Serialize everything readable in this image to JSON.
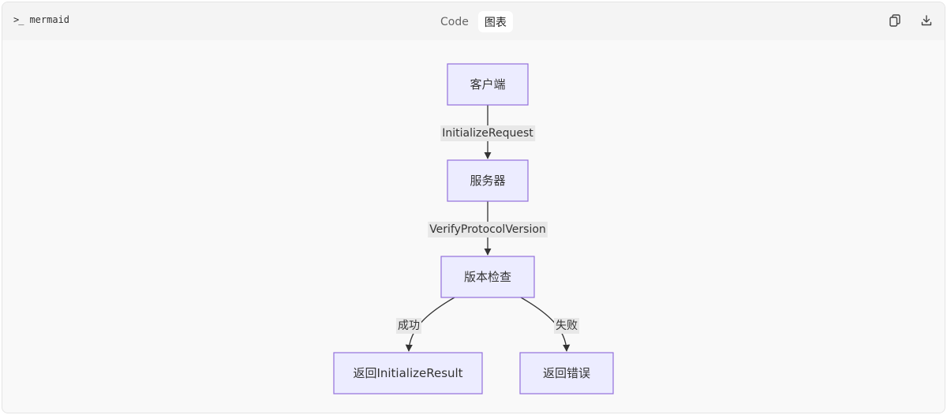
{
  "header": {
    "language": "mermaid",
    "tabs": [
      {
        "label": "Code",
        "active": false
      },
      {
        "label": "图表",
        "active": true
      }
    ],
    "actions": [
      "copy-icon",
      "download-icon"
    ]
  },
  "diagram": {
    "type": "flowchart",
    "direction": "TD",
    "colors": {
      "node_fill": "#ececff",
      "node_stroke": "#9370db",
      "edge": "#333333",
      "label_bg": "#e8e8e8"
    },
    "nodes": [
      {
        "id": "client",
        "label": "客户端"
      },
      {
        "id": "server",
        "label": "服务器"
      },
      {
        "id": "check",
        "label": "版本检查"
      },
      {
        "id": "ok",
        "label": "返回InitializeResult"
      },
      {
        "id": "err",
        "label": "返回错误"
      }
    ],
    "edges": [
      {
        "from": "client",
        "to": "server",
        "label": "InitializeRequest"
      },
      {
        "from": "server",
        "to": "check",
        "label": "VerifyProtocolVersion"
      },
      {
        "from": "check",
        "to": "ok",
        "label": "成功"
      },
      {
        "from": "check",
        "to": "err",
        "label": "失败"
      }
    ]
  }
}
